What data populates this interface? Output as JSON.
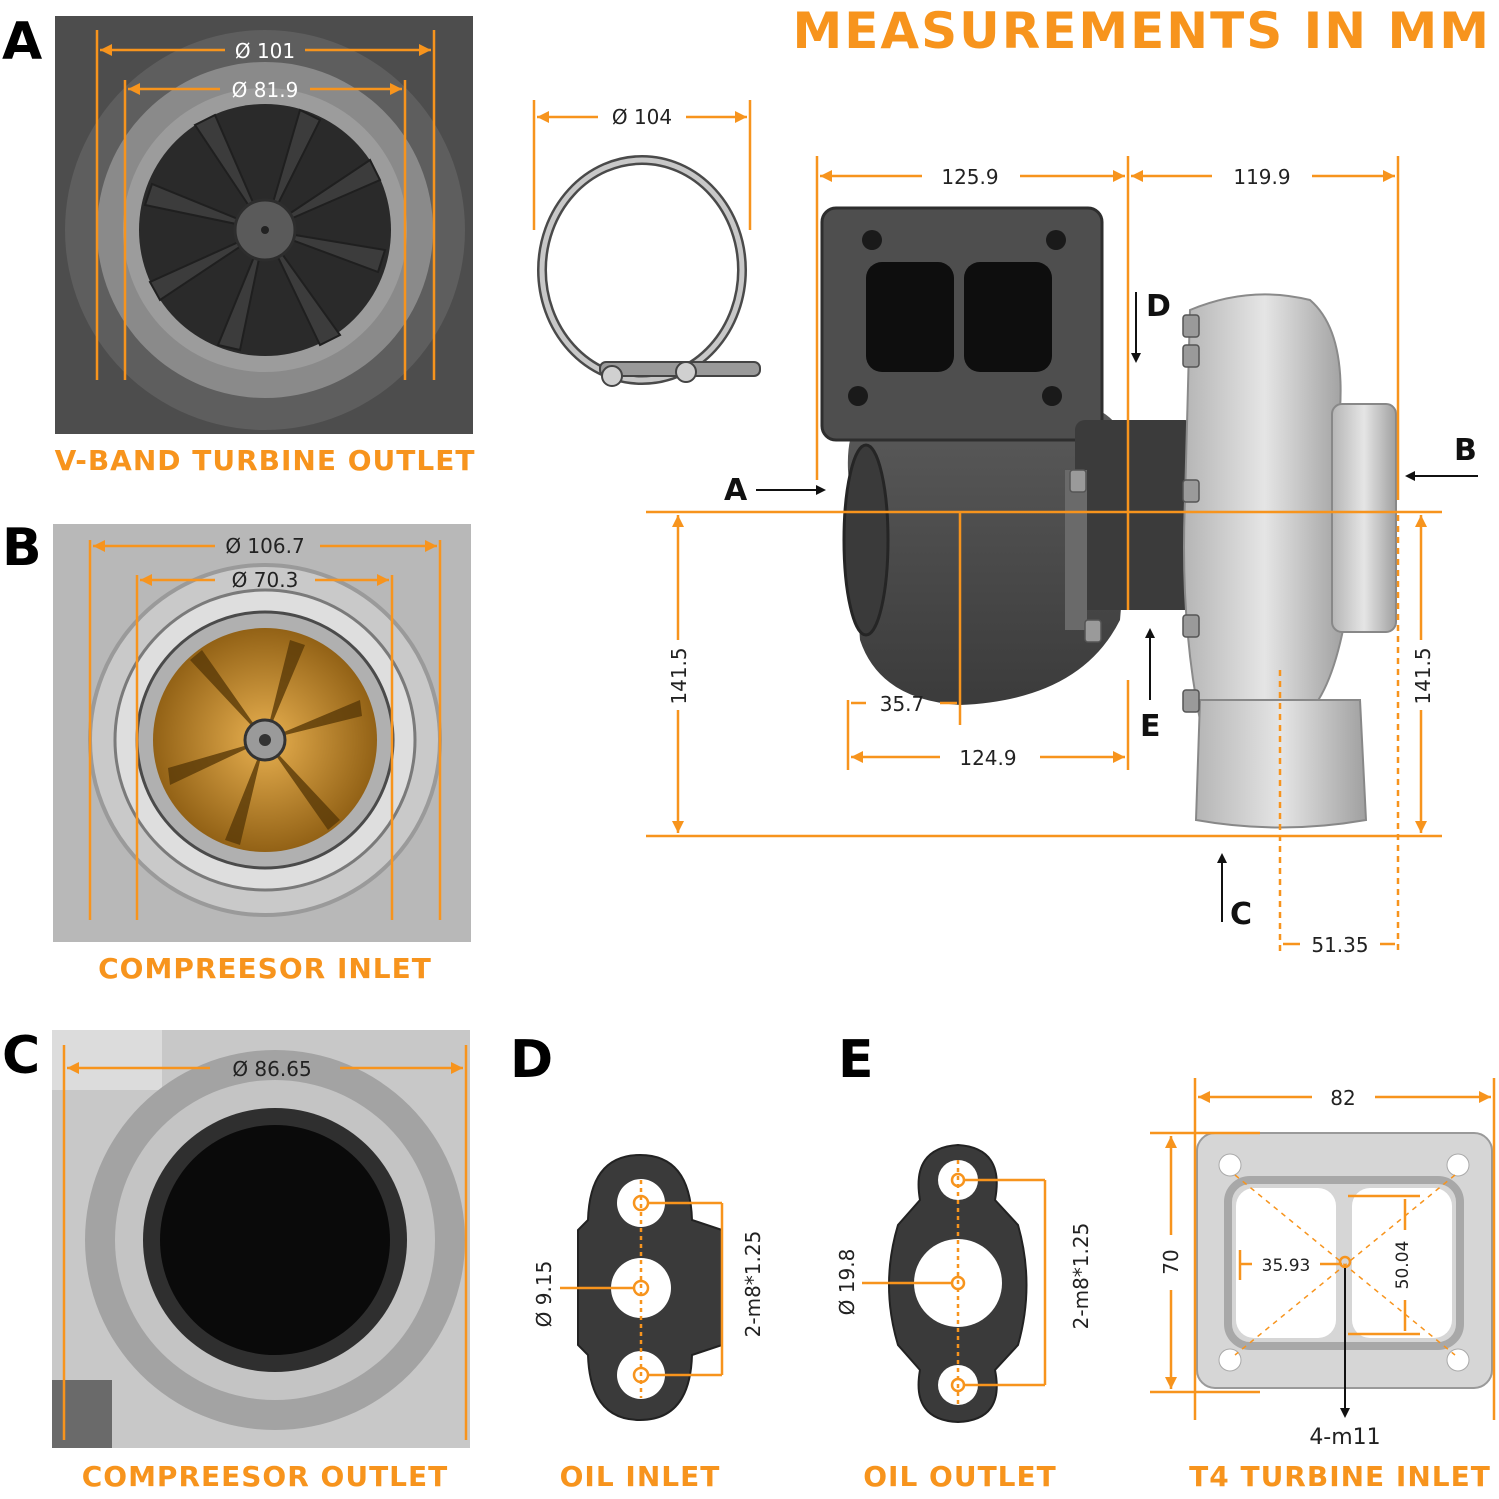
{
  "title": "MEASUREMENTS IN MM",
  "colors": {
    "accent": "#f7941d",
    "text": "#111111"
  },
  "panels": {
    "a": {
      "letter": "A",
      "caption": "V-BAND TURBINE OUTLET",
      "dim_outer": "Ø 101",
      "dim_inner": "Ø 81.9"
    },
    "b": {
      "letter": "B",
      "caption": "COMPREESOR INLET",
      "dim_outer": "Ø 106.7",
      "dim_inner": "Ø 70.3"
    },
    "c": {
      "letter": "C",
      "caption": "COMPREESOR OUTLET",
      "dim": "Ø 86.65"
    },
    "d": {
      "letter": "D",
      "caption": "OIL INLET",
      "dim_hole": "Ø 9.15",
      "dim_bolts": "2-m8*1.25"
    },
    "e": {
      "letter": "E",
      "caption": "OIL OUTLET",
      "dim_hole": "Ø 19.8",
      "dim_bolts": "2-m8*1.25"
    },
    "t4": {
      "caption": "T4 TURBINE INLET",
      "width": "82",
      "height": "70",
      "port_w": "35.93",
      "port_h": "50.04",
      "bolts": "4-m11"
    }
  },
  "clamp": {
    "diameter": "Ø 104"
  },
  "main": {
    "dim_top_left": "125.9",
    "dim_top_right": "119.9",
    "dim_left": "141.5",
    "dim_right": "141.5",
    "dim_inner": "35.7",
    "dim_bottom": "124.9",
    "dim_c_offset": "51.35",
    "labels": {
      "a": "A",
      "b": "B",
      "c": "C",
      "d": "D",
      "e": "E"
    }
  }
}
